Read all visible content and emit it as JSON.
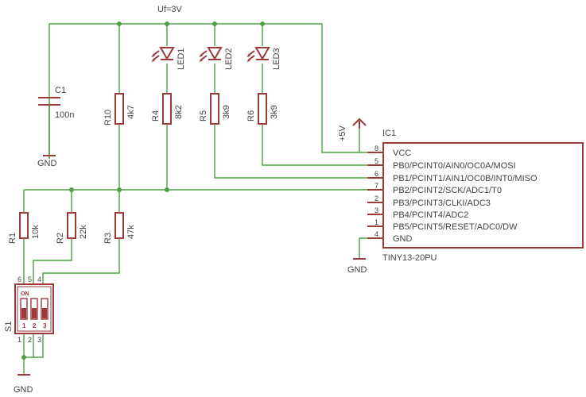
{
  "colors": {
    "wire": "#4f9f45",
    "symbol": "#9c3a3a",
    "text": "#444444"
  },
  "top_label": "Uf=3V",
  "capacitor": {
    "ref": "C1",
    "value": "100n"
  },
  "resistors": [
    {
      "ref": "R10",
      "value": "4k7"
    },
    {
      "ref": "R4",
      "value": "8k2"
    },
    {
      "ref": "R5",
      "value": "3k9"
    },
    {
      "ref": "R6",
      "value": "3k9"
    },
    {
      "ref": "R1",
      "value": "10k"
    },
    {
      "ref": "R2",
      "value": "22k"
    },
    {
      "ref": "R3",
      "value": "47k"
    }
  ],
  "leds": [
    "LED1",
    "LED2",
    "LED3"
  ],
  "power": {
    "supply": "+5V",
    "gnd": "GND"
  },
  "ic": {
    "ref": "IC1",
    "part": "TINY13-20PU",
    "pins": [
      {
        "num": "8",
        "name": "VCC"
      },
      {
        "num": "5",
        "name": "PB0/PCINT0/AIN0/OC0A/MOSI"
      },
      {
        "num": "6",
        "name": "PB1/PCINT1/AIN1/OC0B/INT0/MISO"
      },
      {
        "num": "7",
        "name": "PB2/PCINT2/SCK/ADC1/T0"
      },
      {
        "num": "2",
        "name": "PB3/PCINT3/CLKI/ADC3"
      },
      {
        "num": "3",
        "name": "PB4/PCINT4/ADC2"
      },
      {
        "num": "1",
        "name": "PB5/PCINT5/RESET/ADC0/DW"
      },
      {
        "num": "4",
        "name": "GND"
      }
    ]
  },
  "switch": {
    "ref": "S1",
    "on_label": "ON",
    "positions": [
      "1",
      "2",
      "3"
    ],
    "top_pins": [
      "6",
      "5",
      "4"
    ],
    "bottom_pins": [
      "1",
      "2",
      "3"
    ]
  }
}
